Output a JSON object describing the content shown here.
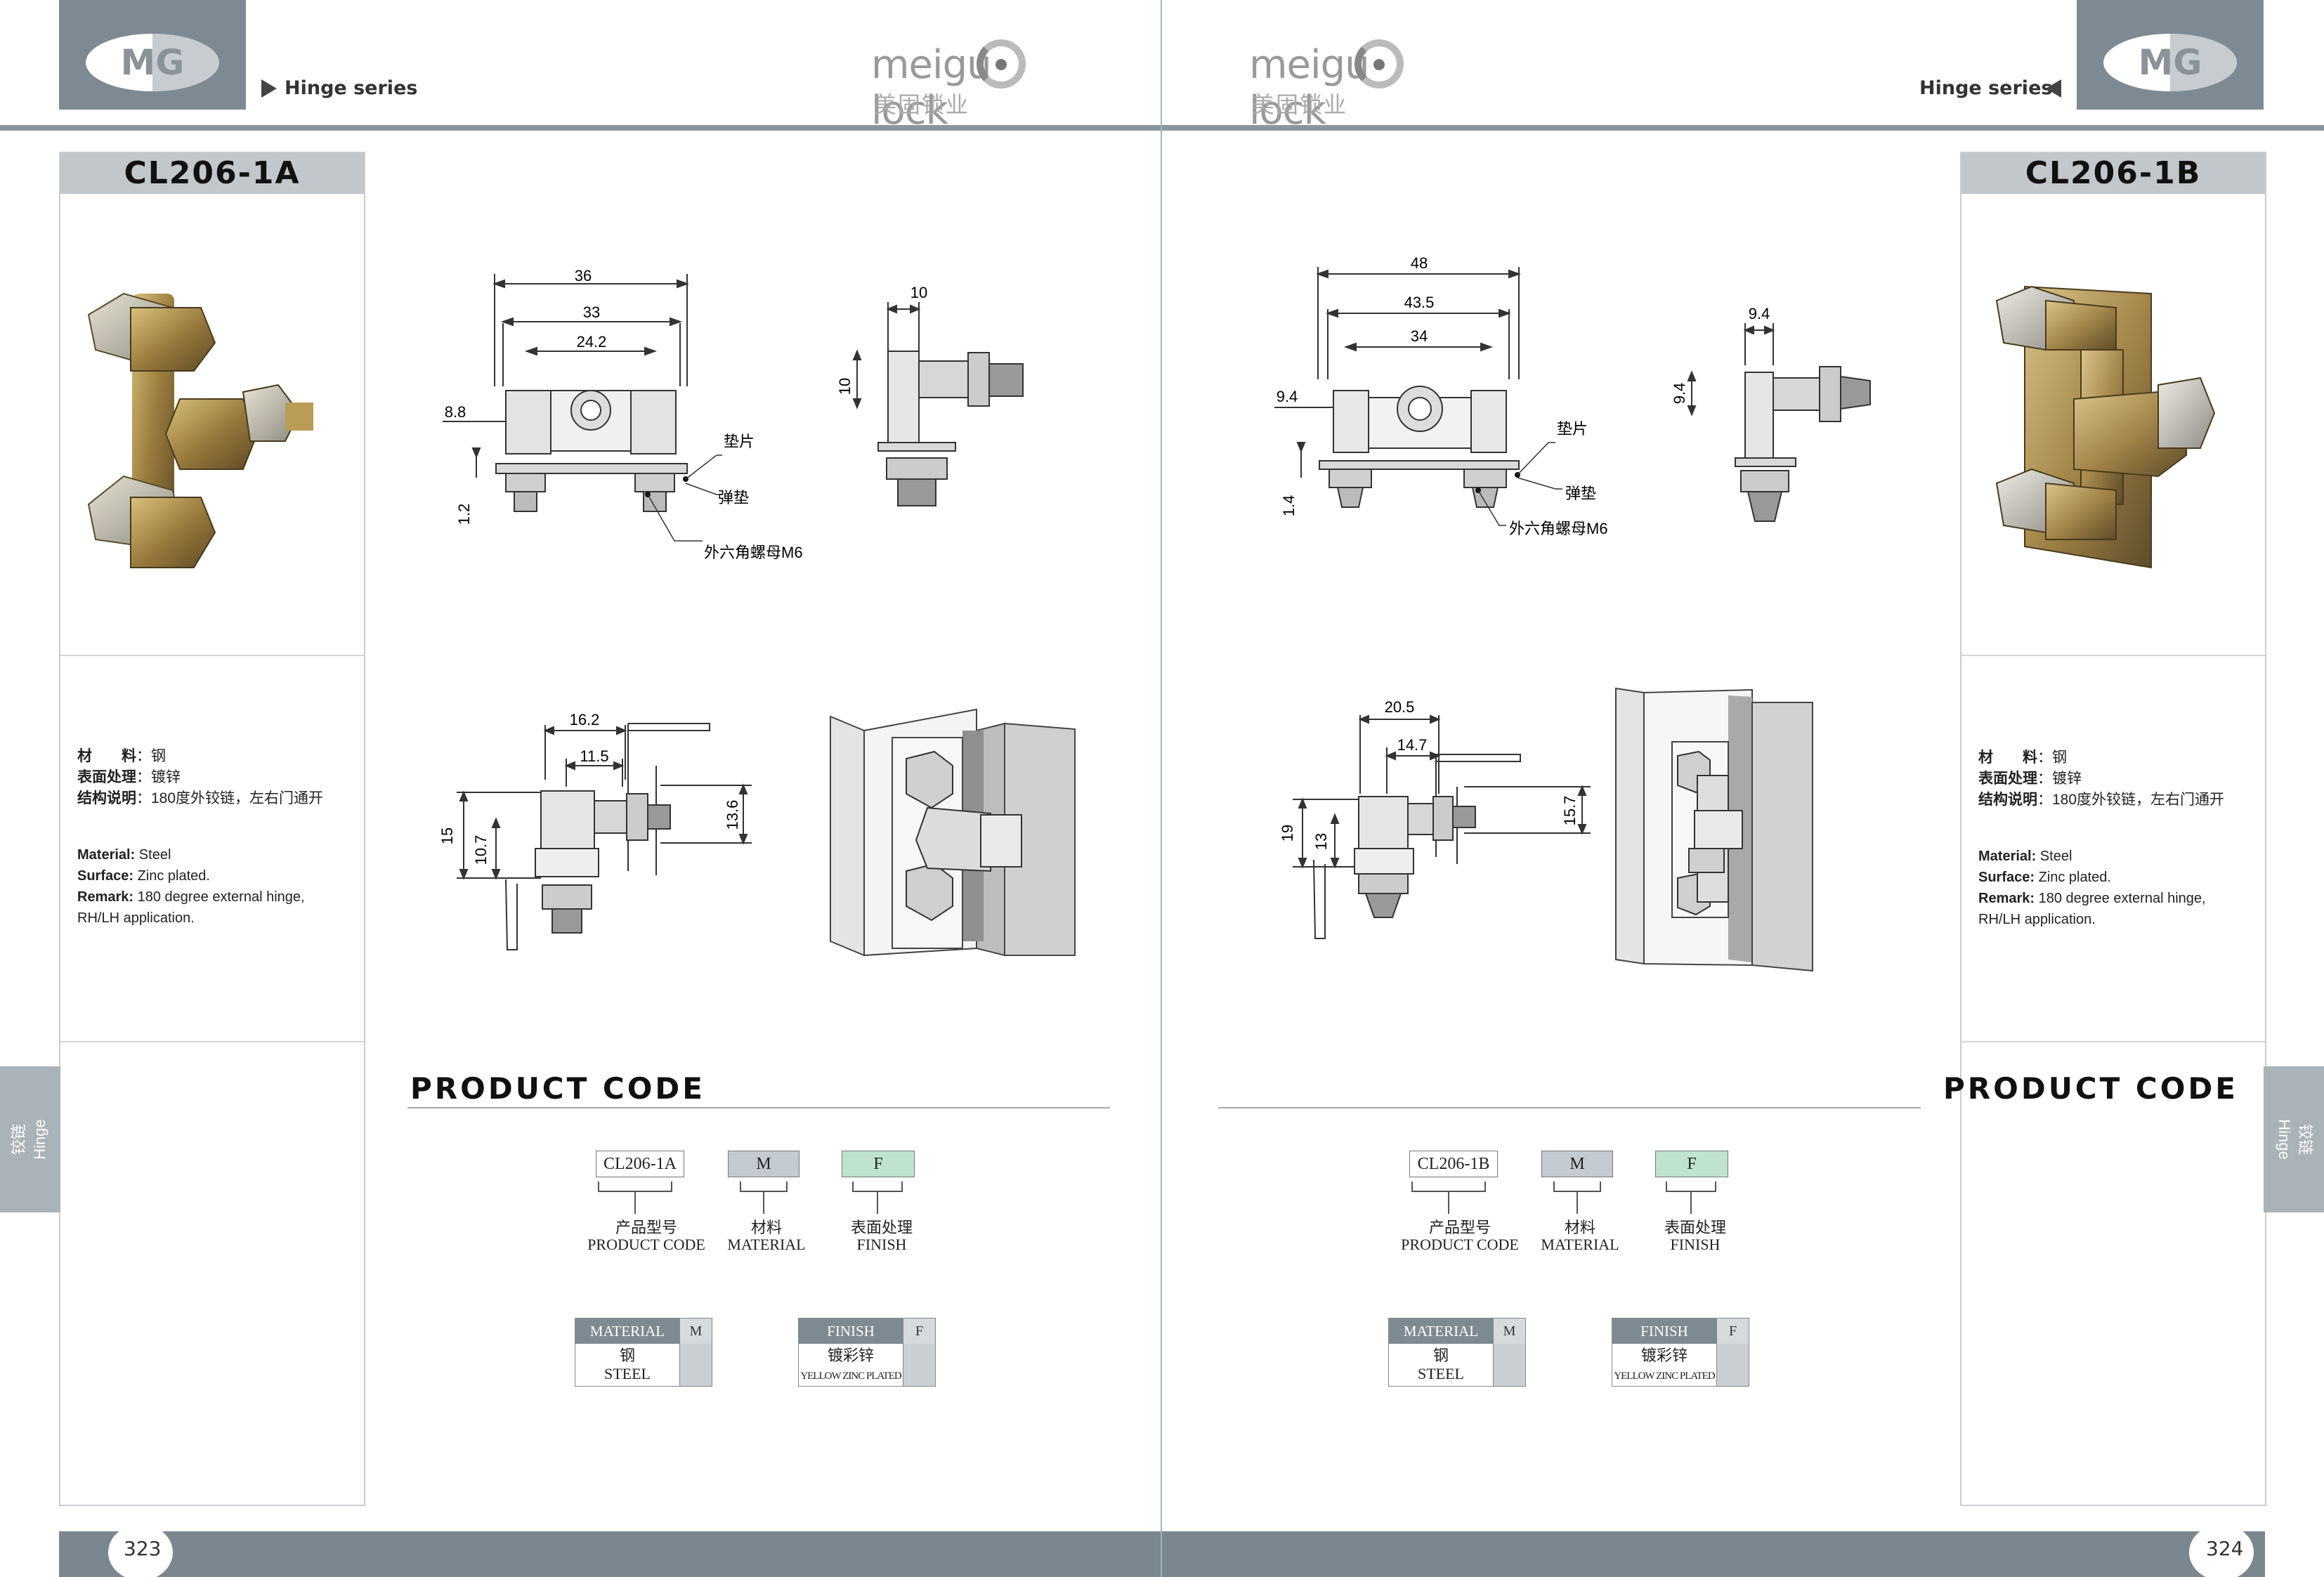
{
  "brand": {
    "logo_text": "MG",
    "wordmark": "meigu lock",
    "wordmark_cn": "美固锁业"
  },
  "header": {
    "series_label": "Hinge series"
  },
  "side_tab": {
    "cn": "铰链",
    "en": "Hinge"
  },
  "product_code_title": "PRODUCT CODE",
  "code_labels": {
    "code_cn": "产品型号",
    "code_en": "PRODUCT CODE",
    "material_cn": "材料",
    "material_en": "MATERIAL",
    "finish_cn": "表面处理",
    "finish_en": "FINISH"
  },
  "material_table": {
    "header": "MATERIAL",
    "key": "M",
    "value_cn": "钢",
    "value_en": "STEEL"
  },
  "finish_table": {
    "header": "FINISH",
    "key": "F",
    "value_cn": "镀彩锌",
    "value_en": "YELLOW ZINC PLATED"
  },
  "spec_labels": {
    "material_cn": "材　　料",
    "surface_cn": "表面处理",
    "remark_cn": "结构说明",
    "material_en": "Material:",
    "surface_en": "Surface:",
    "remark_en": "Remark:"
  },
  "spec_values": {
    "material_cn": "：钢",
    "surface_cn": "：镀锌",
    "remark_cn": "：180度外铰链，左右门通开",
    "material_en": " Steel",
    "surface_en": " Zinc plated.",
    "remark_en_1": " 180 degree external hinge,",
    "remark_en_2": "RH/LH application."
  },
  "left_page": {
    "model": "CL206-1A",
    "page_number": "323",
    "code_box": "CL206-1A",
    "m_box": "M",
    "f_box": "F",
    "dims_top": [
      "36",
      "33",
      "24.2",
      "8.8",
      "1.2"
    ],
    "dims_side": [
      "10",
      "10"
    ],
    "dims_bottom": [
      "16.2",
      "11.5",
      "15",
      "10.7",
      "13.6"
    ],
    "callouts": [
      "垫片",
      "弹垫",
      "外六角螺母M6"
    ]
  },
  "right_page": {
    "model": "CL206-1B",
    "page_number": "324",
    "code_box": "CL206-1B",
    "m_box": "M",
    "f_box": "F",
    "dims_top": [
      "48",
      "43.5",
      "34",
      "9.4",
      "1.4"
    ],
    "dims_side": [
      "9.4",
      "9.4"
    ],
    "dims_bottom": [
      "20.5",
      "14.7",
      "19",
      "13",
      "15.7"
    ],
    "callouts": [
      "垫片",
      "弹垫",
      "外六角螺母M6"
    ]
  },
  "colors": {
    "header_gray": "#7d8a93",
    "panel_gray": "#c2c7cb",
    "finish_green": "#bfe3cd",
    "material_gray": "#c4cbd0"
  }
}
